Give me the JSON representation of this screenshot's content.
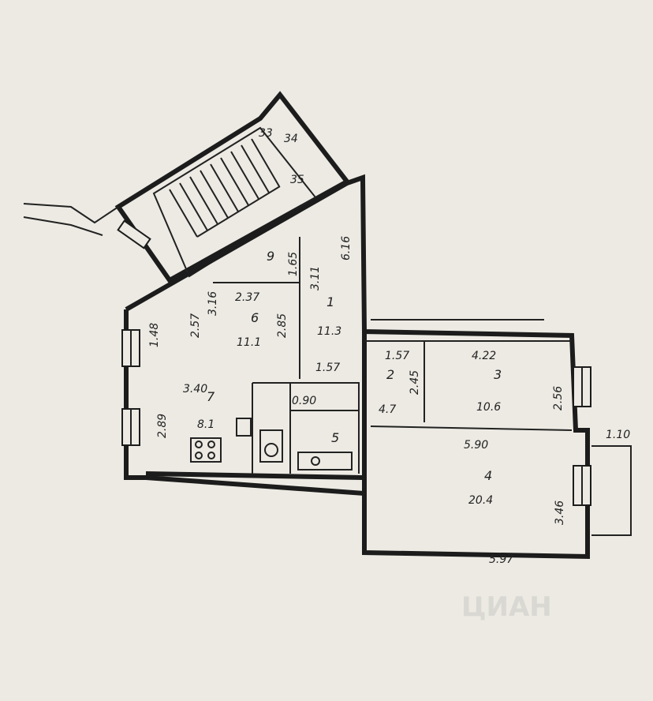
{
  "stair_numbers": [
    "33",
    "34",
    "35"
  ],
  "rooms": [
    {
      "id": "1",
      "area": "11.3"
    },
    {
      "id": "2",
      "area": "4.7"
    },
    {
      "id": "3",
      "area": "10.6"
    },
    {
      "id": "4",
      "area": "20.4"
    },
    {
      "id": "5",
      "area": ""
    },
    {
      "id": "6",
      "area": "11.1"
    },
    {
      "id": "7",
      "area": "8.1"
    },
    {
      "id": "9",
      "area": ""
    }
  ],
  "dimensions": [
    "1.57",
    "4.22",
    "2.56",
    "5.90",
    "1.10",
    "3.46",
    "5.97",
    "2.37",
    "6.16",
    "1.57",
    "3.40",
    "1.48",
    "2.89",
    "2.85",
    "2.57",
    "3.16",
    "0.90",
    "2.45",
    "1.65",
    "3.11"
  ],
  "watermark": "ЦИАН",
  "colors": {
    "paper": "#eceae3",
    "ink": "#1c1c1c"
  }
}
